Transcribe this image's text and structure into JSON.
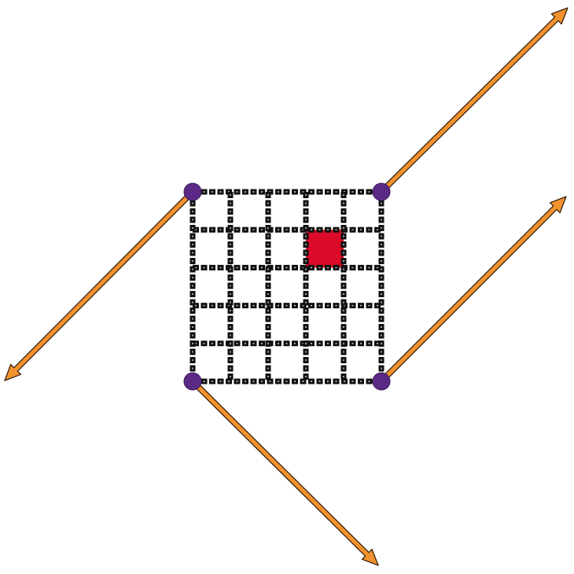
{
  "grid": {
    "rows": 5,
    "cols": 5,
    "highlighted_cells": [
      {
        "row": 1,
        "col": 3
      }
    ]
  },
  "corners": [
    "top-left",
    "top-right",
    "bottom-left",
    "bottom-right"
  ],
  "arrows": [
    {
      "name": "arrow-top-right",
      "from": "top-right"
    },
    {
      "name": "arrow-bottom-right",
      "from": "bottom-right"
    },
    {
      "name": "arrow-top-left",
      "from": "top-left"
    },
    {
      "name": "arrow-bottom-left",
      "from": "bottom-left"
    }
  ],
  "colors": {
    "grid_line": "#111111",
    "grid_gap": "#ffffff",
    "highlight": "#dc0a28",
    "corner_point": "#5b2a86",
    "arrow_fill": "#f2922e",
    "arrow_outline": "#3a2410"
  }
}
